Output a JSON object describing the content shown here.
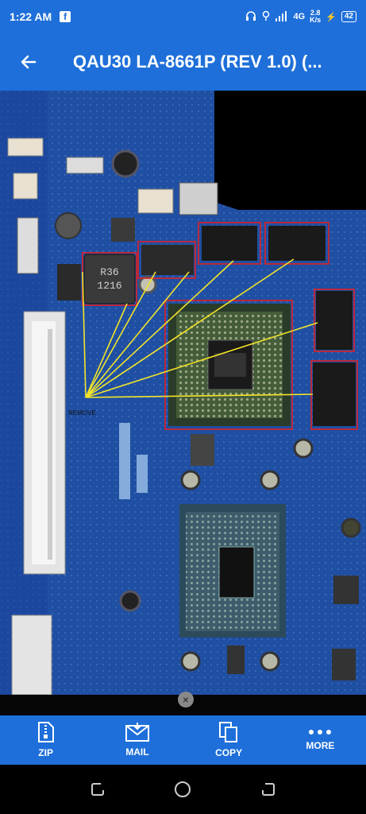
{
  "status": {
    "time": "1:22 AM",
    "network": "4G",
    "speed_value": "2.8",
    "speed_unit": "K/s",
    "battery": "42"
  },
  "appbar": {
    "title": "QAU30 LA-8661P (REV 1.0) (..."
  },
  "board": {
    "chip_label_1": "R36",
    "chip_label_2": "1216",
    "annotation": "REMOVE",
    "accent_color": "#e02020",
    "line_color": "#f2e32a"
  },
  "bottom": {
    "zip": "ZIP",
    "mail": "MAIL",
    "copy": "COPY",
    "more": "MORE"
  }
}
